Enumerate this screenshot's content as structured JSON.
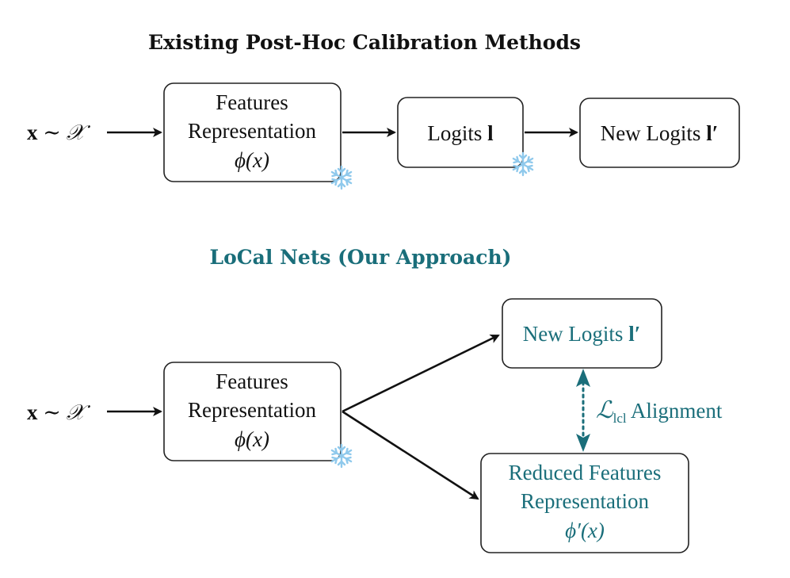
{
  "top_section": {
    "title": "Existing Post-Hoc Calibration Methods",
    "input_label": {
      "bold": "x",
      "rest": " ∼ 𝒳"
    },
    "features_box": {
      "line1": "Features",
      "line2": "Representation",
      "line3": "ϕ(x)"
    },
    "logits_box": {
      "text": "Logits ",
      "bold": "l"
    },
    "new_logits_box": {
      "text": "New Logits ",
      "bold": "l′"
    },
    "frozen_icon": "snowflake-icon"
  },
  "bottom_section": {
    "title": "LoCal Nets (Our Approach)",
    "input_label": {
      "bold": "x",
      "rest": " ∼ 𝒳"
    },
    "features_box": {
      "line1": "Features",
      "line2": "Representation",
      "line3": "ϕ(x)"
    },
    "new_logits_box": {
      "text": "New Logits ",
      "bold": "l′"
    },
    "reduced_box": {
      "line1": "Reduced Features",
      "line2": "Representation",
      "line3": "ϕ′(x)"
    },
    "alignment": {
      "symbol": "ℒ",
      "subscript": "lcl",
      "text": " Alignment"
    },
    "frozen_icon": "snowflake-icon"
  },
  "colors": {
    "teal": "#1a6e7a",
    "snowflake": "#8fc9ec",
    "black": "#111111"
  }
}
